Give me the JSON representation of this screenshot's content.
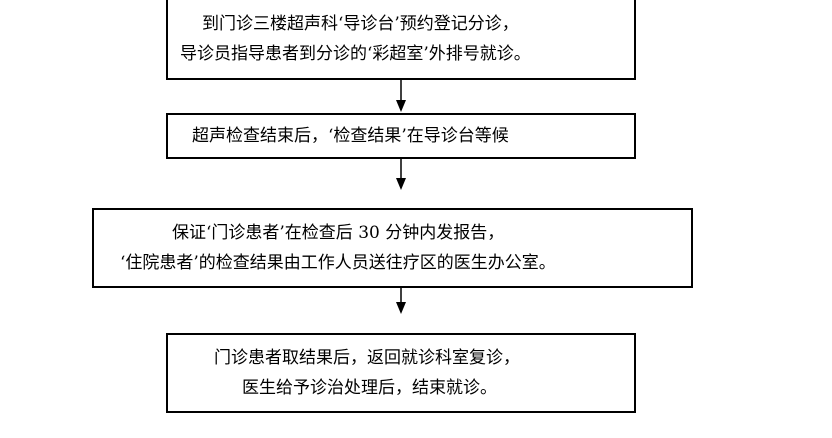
{
  "flowchart": {
    "steps": [
      {
        "line1": "到门诊三楼超声科‘导诊台’预约登记分诊，",
        "line2": "导诊员指导患者到分诊的‘彩超室’外排号就诊。"
      },
      {
        "line1": "超声检查结束后，‘检查结果’在导诊台等候"
      },
      {
        "line1": "保证‘门诊患者’在检查后 30 分钟内发报告，",
        "line2": "‘住院患者’的检查结果由工作人员送往疗区的医生办公室。"
      },
      {
        "line1": "门诊患者取结果后，返回就诊科室复诊，",
        "line2": "医生给予诊治处理后，结束就诊。"
      }
    ]
  }
}
